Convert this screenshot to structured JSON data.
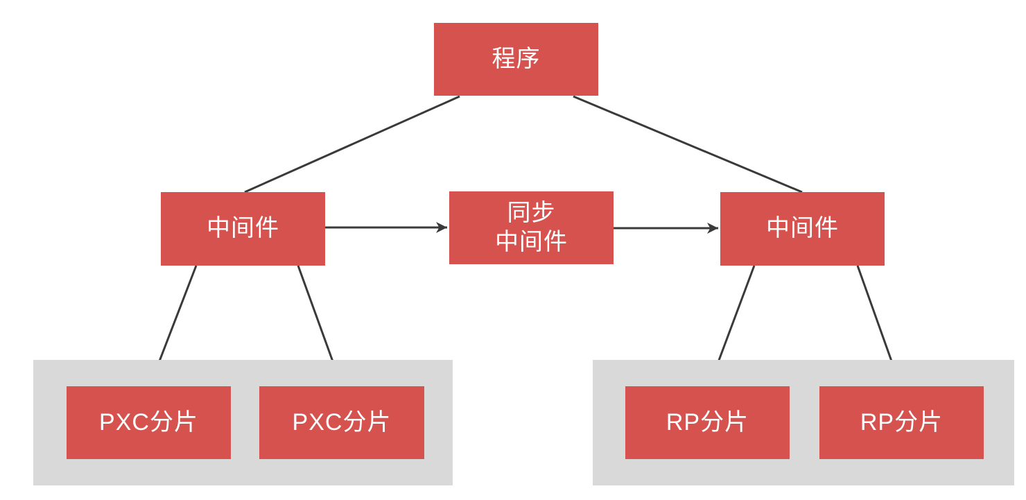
{
  "diagram": {
    "type": "architecture-hierarchy",
    "colors": {
      "node_fill": "#d6524e",
      "node_text": "#ffffff",
      "group_fill": "#d9d9d9",
      "edge_line": "#3a3a3a",
      "background": "#ffffff"
    },
    "nodes": {
      "program": {
        "label": "程序"
      },
      "middleware_left": {
        "label": "中间件"
      },
      "sync_middleware": {
        "line1": "同步",
        "line2": "中间件"
      },
      "middleware_right": {
        "label": "中间件"
      },
      "pxc_shard_1": {
        "label": "PXC分片"
      },
      "pxc_shard_2": {
        "label": "PXC分片"
      },
      "rp_shard_1": {
        "label": "RP分片"
      },
      "rp_shard_2": {
        "label": "RP分片"
      }
    },
    "groups": {
      "left_group": {
        "contains": [
          "pxc_shard_1",
          "pxc_shard_2"
        ]
      },
      "right_group": {
        "contains": [
          "rp_shard_1",
          "rp_shard_2"
        ]
      }
    },
    "edges": [
      {
        "from": "program",
        "to": "middleware_left",
        "arrow": false
      },
      {
        "from": "program",
        "to": "middleware_right",
        "arrow": false
      },
      {
        "from": "middleware_left",
        "to": "sync_middleware",
        "arrow": true
      },
      {
        "from": "sync_middleware",
        "to": "middleware_right",
        "arrow": true
      },
      {
        "from": "middleware_left",
        "to": "pxc_shard_1",
        "arrow": false
      },
      {
        "from": "middleware_left",
        "to": "pxc_shard_2",
        "arrow": false
      },
      {
        "from": "middleware_right",
        "to": "rp_shard_1",
        "arrow": false
      },
      {
        "from": "middleware_right",
        "to": "rp_shard_2",
        "arrow": false
      }
    ]
  }
}
